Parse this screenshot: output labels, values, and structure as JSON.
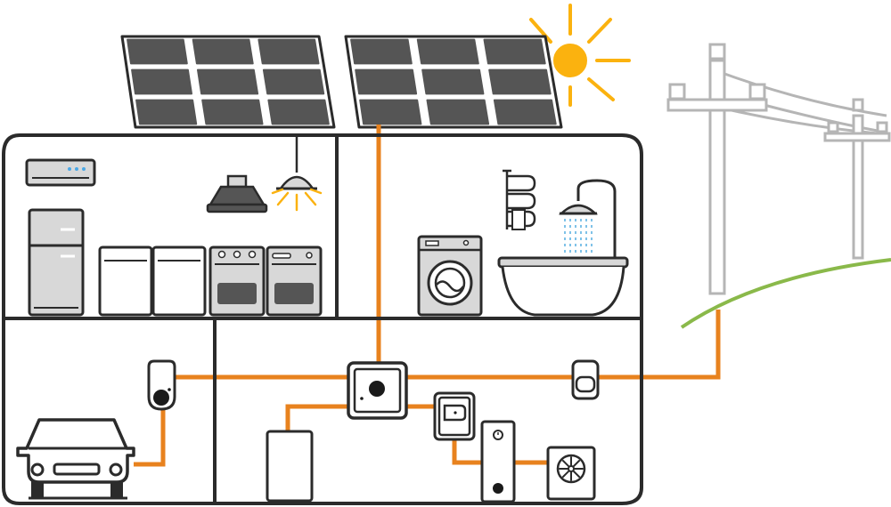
{
  "colors": {
    "outline": "#2b2b2b",
    "panel_cell": "#555555",
    "wire": "#e8821e",
    "sun": "#fbb20f",
    "grass": "#8ab94a",
    "pole": "#b5b5b5",
    "appliance_fill": "#d8d8d8",
    "led": "#4aa8e6",
    "water": "#7fc2e8",
    "background": "#ffffff"
  },
  "diagram": {
    "rooms": [
      "kitchen",
      "bathroom",
      "garage",
      "utility-room"
    ],
    "devices": [
      "solar-panel",
      "solar-panel",
      "sun",
      "power-pole",
      "power-pole",
      "air-conditioner",
      "refrigerator",
      "cabinet",
      "cabinet",
      "stove",
      "oven",
      "range-hood",
      "ceiling-lamp",
      "towel-radiator",
      "shower",
      "bathtub",
      "washing-machine",
      "car",
      "wallbox-charger",
      "inverter",
      "battery-storage",
      "energy-manager",
      "water-heater",
      "heat-pump",
      "electricity-meter"
    ],
    "connections": [
      [
        "solar-panel",
        "inverter"
      ],
      [
        "inverter",
        "wallbox-charger"
      ],
      [
        "inverter",
        "battery-storage"
      ],
      [
        "inverter",
        "energy-manager"
      ],
      [
        "energy-manager",
        "water-heater"
      ],
      [
        "water-heater",
        "heat-pump"
      ],
      [
        "inverter",
        "electricity-meter"
      ],
      [
        "electricity-meter",
        "power-pole"
      ]
    ]
  }
}
